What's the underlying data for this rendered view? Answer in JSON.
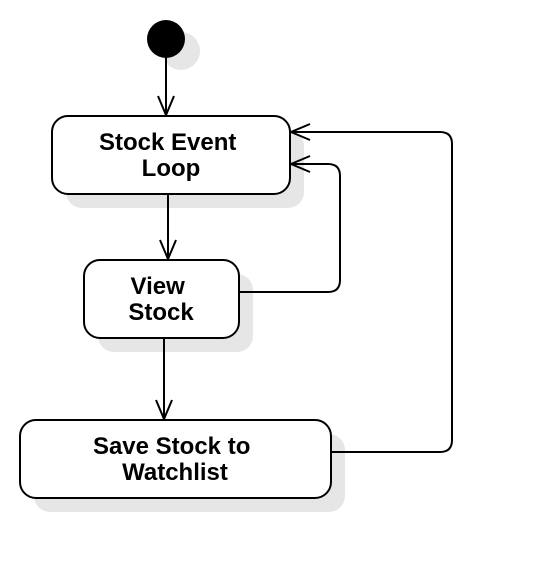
{
  "diagram": {
    "type": "activity",
    "states": [
      {
        "id": "stock-event-loop",
        "line1": "Stock Event",
        "line2": "Loop"
      },
      {
        "id": "view-stock",
        "line1": "View",
        "line2": "Stock"
      },
      {
        "id": "save-stock",
        "line1": "Save Stock to",
        "line2": "Watchlist"
      }
    ],
    "transitions": [
      {
        "from": "initial",
        "to": "stock-event-loop"
      },
      {
        "from": "stock-event-loop",
        "to": "view-stock"
      },
      {
        "from": "view-stock",
        "to": "stock-event-loop"
      },
      {
        "from": "view-stock",
        "to": "save-stock"
      },
      {
        "from": "save-stock",
        "to": "stock-event-loop"
      }
    ],
    "colors": {
      "stroke": "#000000",
      "fill": "#ffffff",
      "shadow": "#e6e6e6"
    }
  }
}
